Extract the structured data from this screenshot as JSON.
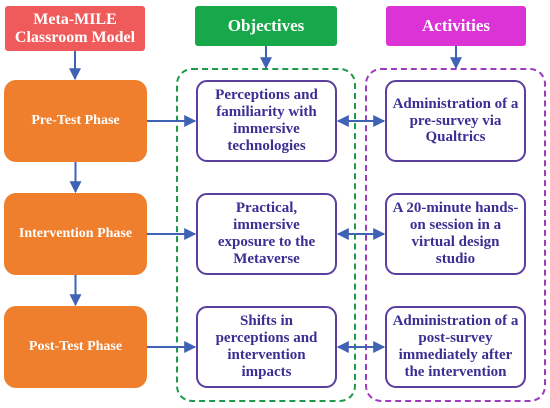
{
  "headers": {
    "model": "Meta-MILE Classroom Model",
    "objectives": "Objectives",
    "activities": "Activities"
  },
  "phases": [
    {
      "name": "Pre-Test Phase",
      "objective": "Perceptions and familiarity with immersive technologies",
      "activity": "Administration of a pre-survey via Qualtrics"
    },
    {
      "name": "Intervention Phase",
      "objective": "Practical, immersive exposure to the Metaverse",
      "activity": "A 20-minute hands-on session in a virtual design studio"
    },
    {
      "name": "Post-Test Phase",
      "objective": "Shifts in perceptions and intervention impacts",
      "activity": "Administration of a post-survey immediately after the intervention"
    }
  ],
  "colors": {
    "model_header": "#ef5b5b",
    "objectives_header": "#17a84a",
    "activities_header": "#dc33d6",
    "phase_fill": "#ef7f2c",
    "card_border": "#5b3f9e",
    "card_text": "#3a2f93",
    "objectives_group_border": "#1e9a4a",
    "activities_group_border": "#9d3bbf",
    "arrow": "#3f62b5"
  }
}
